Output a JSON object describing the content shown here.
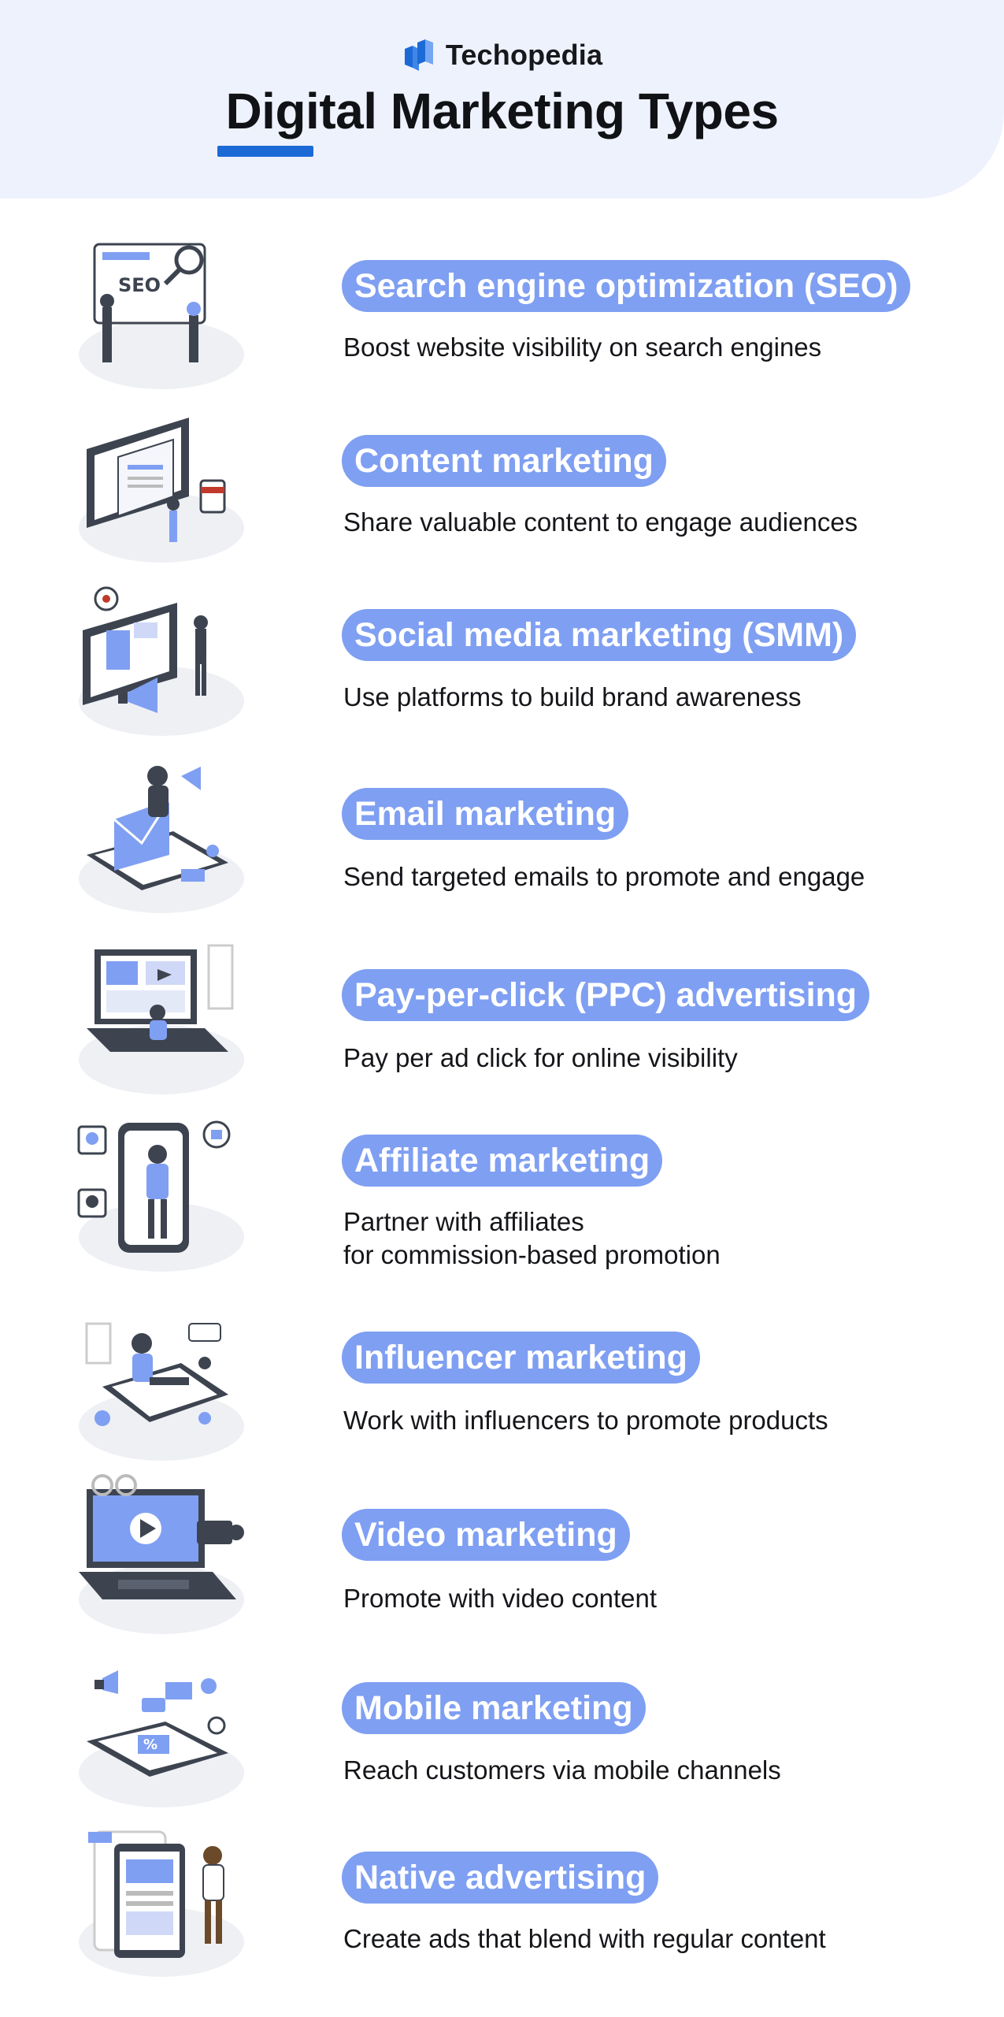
{
  "brand": {
    "name": "Techopedia",
    "icon": "techopedia-cube-logo",
    "accent": "#1c6ad6"
  },
  "title": "Digital Marketing Types",
  "colors": {
    "pill": "#7f9ff2",
    "header_bg": "#eef2fc",
    "underline": "#1c6ad6",
    "illustration_dark": "#3d4450"
  },
  "items": [
    {
      "name": "seo",
      "icon": "seo-illustration",
      "label": "Search engine optimization (SEO)",
      "lines": [
        "Boost website visibility on search engines"
      ]
    },
    {
      "name": "content-marketing",
      "icon": "content-illustration",
      "label": "Content marketing",
      "lines": [
        "Share valuable content to engage audiences"
      ]
    },
    {
      "name": "smm",
      "icon": "social-media-illustration",
      "label": "Social media marketing (SMM)",
      "lines": [
        "Use platforms to build brand awareness"
      ]
    },
    {
      "name": "email-marketing",
      "icon": "email-illustration",
      "label": "Email marketing",
      "lines": [
        "Send targeted emails to promote and engage"
      ]
    },
    {
      "name": "ppc",
      "icon": "ppc-illustration",
      "label": "Pay-per-click (PPC) advertising",
      "lines": [
        "Pay per ad click for online visibility"
      ]
    },
    {
      "name": "affiliate-marketing",
      "icon": "affiliate-illustration",
      "label": "Affiliate marketing",
      "lines": [
        "Partner with affiliates",
        "for commission-based promotion"
      ]
    },
    {
      "name": "influencer-marketing",
      "icon": "influencer-illustration",
      "label": "Influencer marketing",
      "lines": [
        "Work with influencers to promote products"
      ]
    },
    {
      "name": "video-marketing",
      "icon": "video-illustration",
      "label": "Video marketing",
      "lines": [
        "Promote with video content"
      ]
    },
    {
      "name": "mobile-marketing",
      "icon": "mobile-illustration",
      "label": "Mobile marketing",
      "lines": [
        "Reach customers via mobile channels"
      ]
    },
    {
      "name": "native-advertising",
      "icon": "native-ads-illustration",
      "label": "Native advertising",
      "lines": [
        "Create ads that blend with regular content"
      ]
    }
  ]
}
